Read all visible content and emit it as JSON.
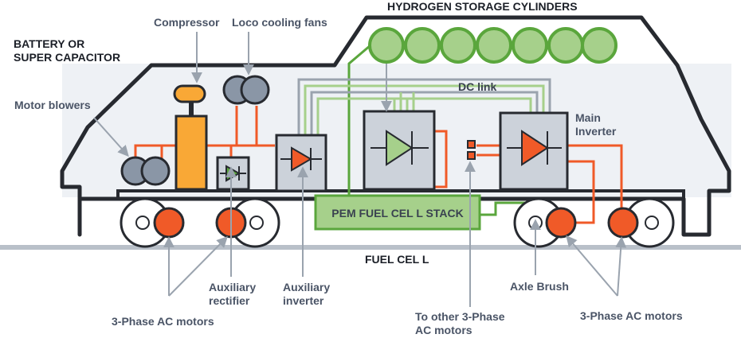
{
  "labels": {
    "hydrogen_storage": "HYDROGEN STORAGE CYLINDERS",
    "battery_line1": "BATTERY OR",
    "battery_line2": "SUPER CAPACITOR",
    "compressor": "Compressor",
    "loco_fans": "Loco cooling fans",
    "motor_blowers": "Motor blowers",
    "dc_link": "DC link",
    "main_inverter_line1": "Main",
    "main_inverter_line2": "Inverter",
    "pem_stack": "PEM FUEL CEL L STACK",
    "fuel_cell": "FUEL CEL L",
    "aux_rectifier_line1": "Auxiliary",
    "aux_rectifier_line2": "rectifier",
    "aux_inverter_line1": "Auxiliary",
    "aux_inverter_line2": "inverter",
    "motors_left": "3-Phase AC motors",
    "other_motors_line1": "To other 3-Phase",
    "other_motors_line2": "AC motors",
    "axle_brush": "Axle Brush",
    "motors_right": "3-Phase AC motors"
  },
  "colors": {
    "orange": "#f05a28",
    "amber": "#f9a836",
    "green": "#5aa63c",
    "green_fill": "#a6d08b",
    "outline": "#272a30",
    "gray_box": "#ccd2da",
    "fan": "#8a96a6",
    "arrow": "#9aa3ae",
    "label": "#4a5466"
  }
}
